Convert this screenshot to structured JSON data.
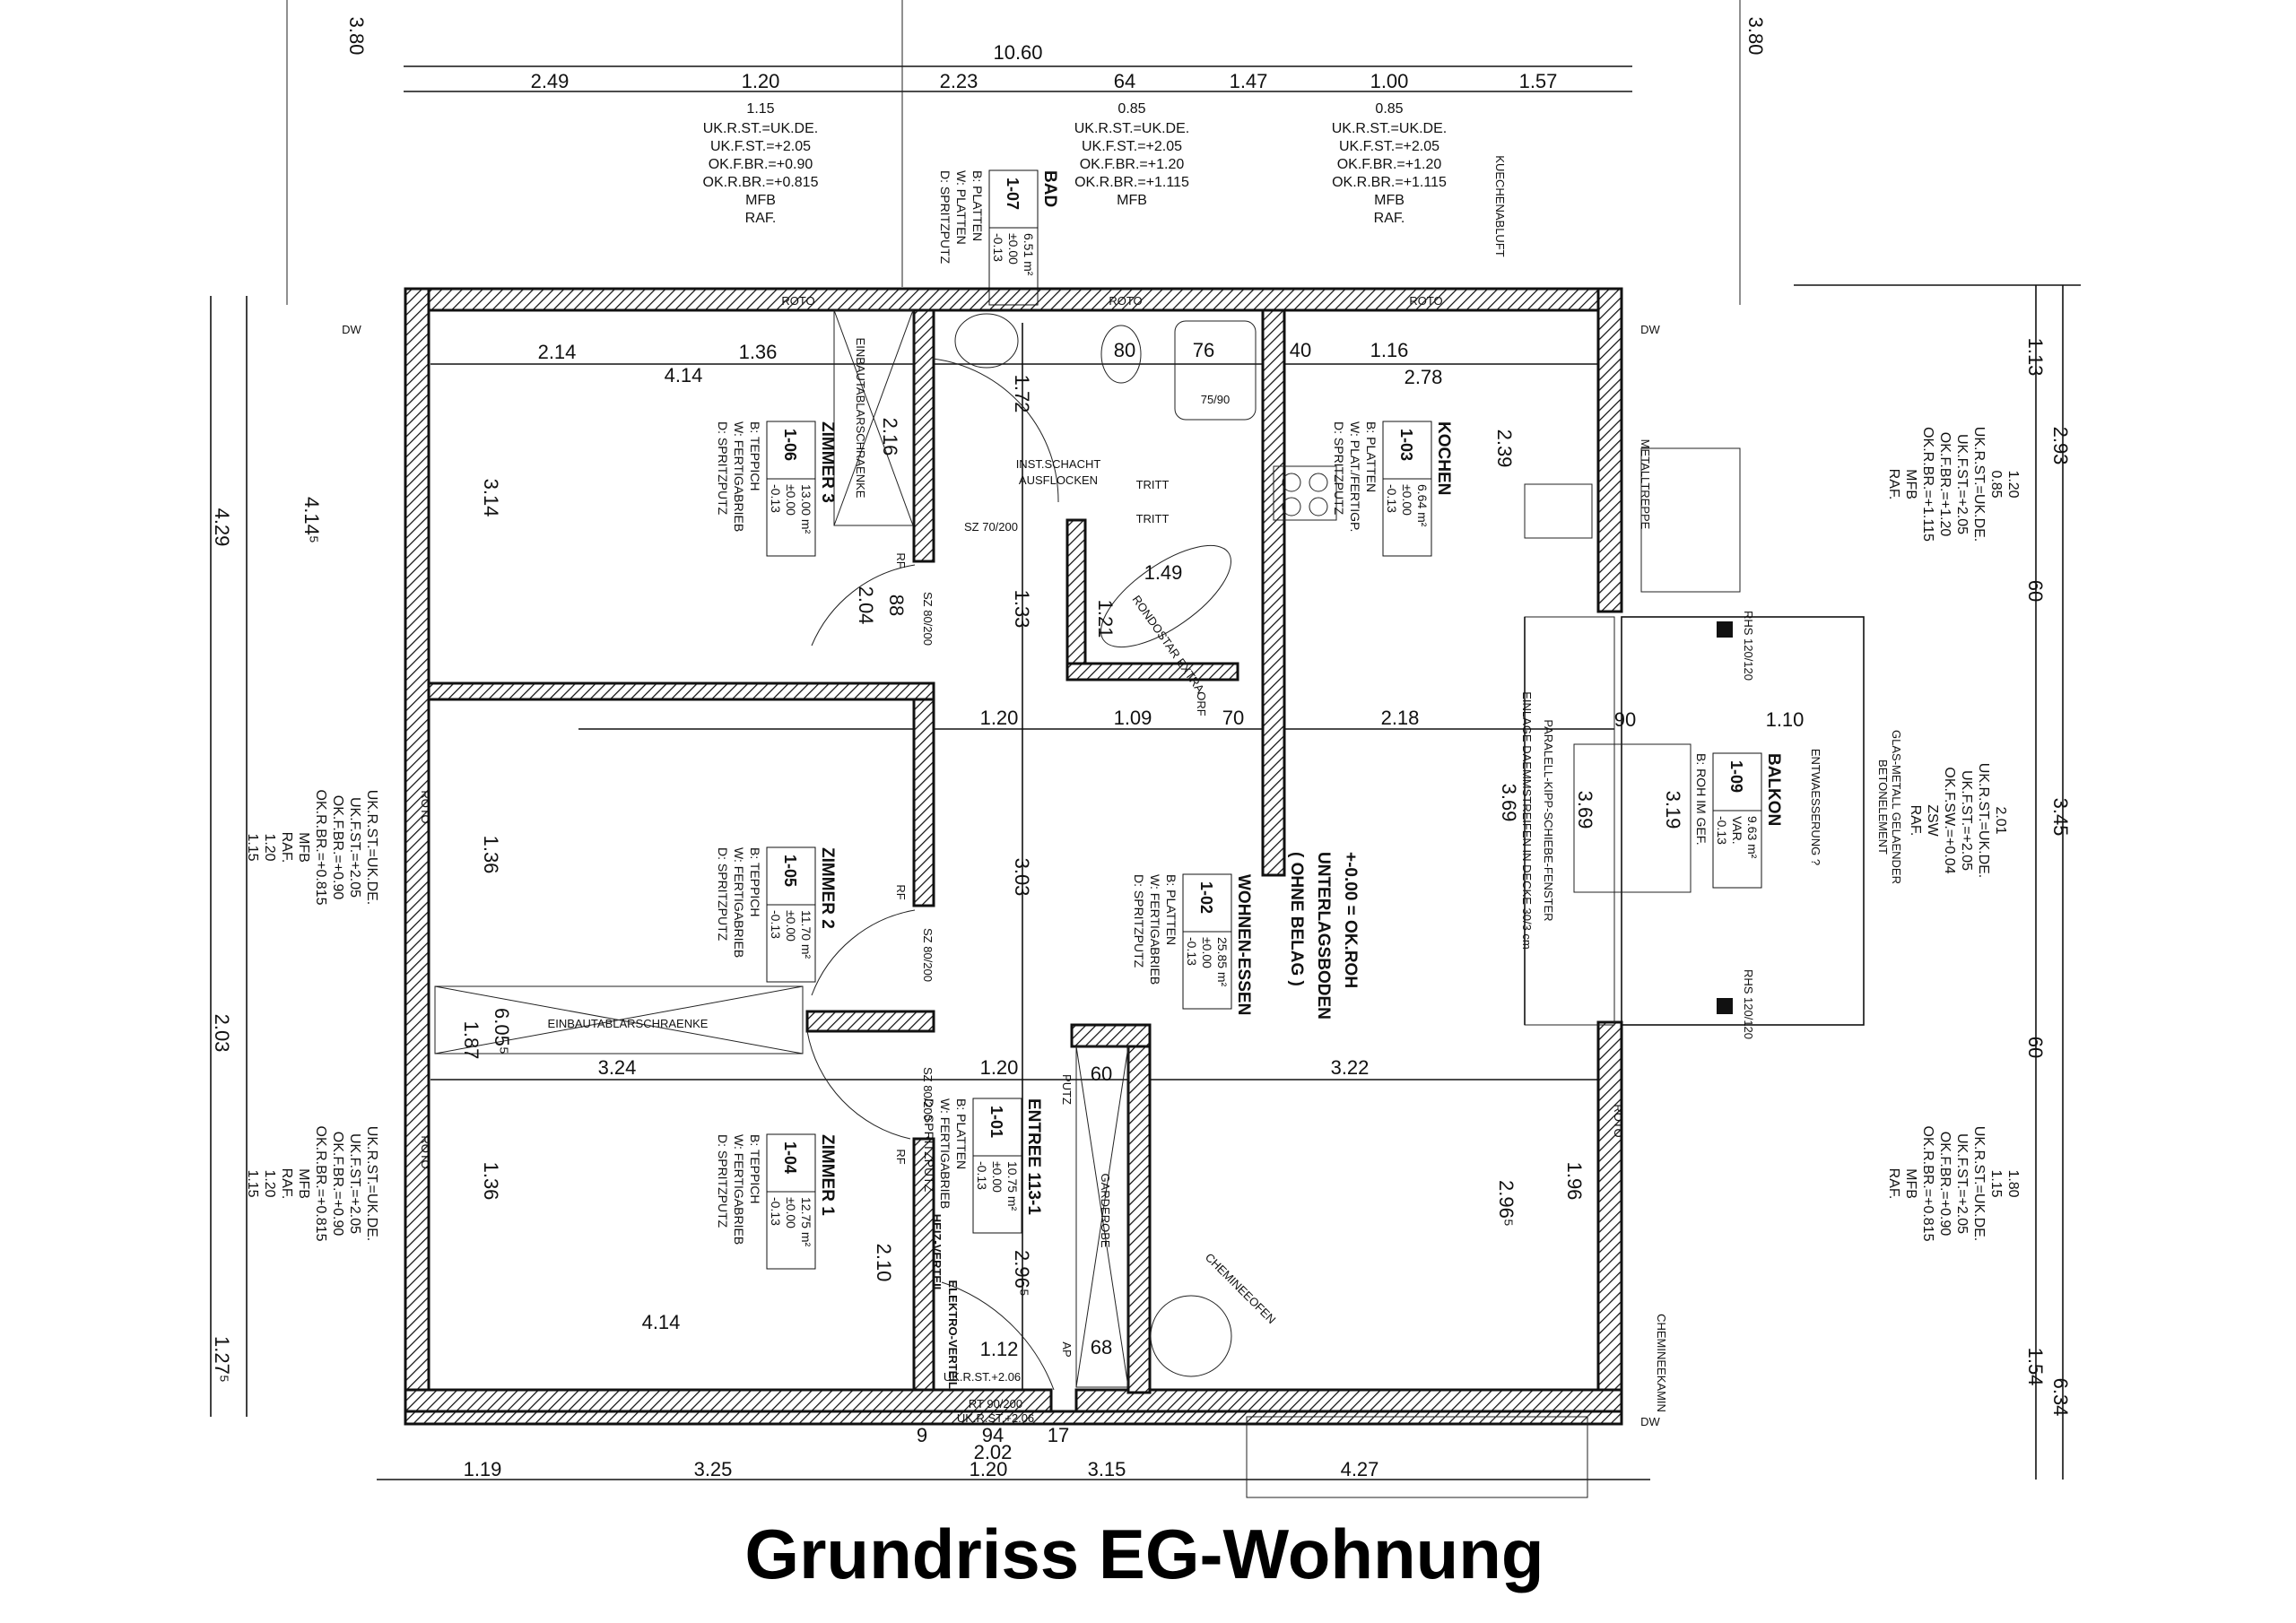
{
  "title": "Grundriss EG-Wohnung",
  "overall_width": "10.60",
  "side_height": "3.80",
  "top_dims": [
    "2.49",
    "1.20",
    "2.23",
    "64",
    "1.47",
    "1.00",
    "1.57"
  ],
  "window_notes_top": [
    {
      "size": "1.15",
      "lines": [
        "UK.R.ST.=UK.DE.",
        "UK.F.ST.=+2.05",
        "OK.F.BR.=+0.90",
        "OK.R.BR.=+0.815",
        "MFB",
        "RAF."
      ]
    },
    {
      "size": "0.85",
      "lines": [
        "UK.R.ST.=UK.DE.",
        "UK.F.ST.=+2.05",
        "OK.F.BR.=+1.20",
        "OK.R.BR.=+1.115",
        "MFB"
      ]
    },
    {
      "size": "0.85",
      "lines": [
        "UK.R.ST.=UK.DE.",
        "UK.F.ST.=+2.05",
        "OK.F.BR.=+1.20",
        "OK.R.BR.=+1.115",
        "MFB",
        "RAF."
      ]
    }
  ],
  "window_notes_right": [
    {
      "size": "0.85",
      "height": "1.20",
      "lines": [
        "UK.R.ST.=UK.DE.",
        "UK.F.ST.=+2.05",
        "OK.F.BR.=+1.20",
        "OK.R.BR.=+1.115",
        "MFB",
        "RAF."
      ]
    },
    {
      "size": "2.01",
      "height": "3.45",
      "lines": [
        "UK.R.ST.=UK.DE.",
        "UK.F.ST.=+2.05",
        "OK.F.SW.=+0.04",
        "ZSW",
        "RAF."
      ]
    },
    {
      "size": "1.15",
      "height": "1.80",
      "lines": [
        "UK.R.ST.=UK.DE.",
        "UK.F.ST.=+2.05",
        "OK.F.BR.=+0.90",
        "OK.R.BR.=+0.815",
        "MFB",
        "RAF."
      ]
    }
  ],
  "window_notes_left": [
    {
      "size": "1.15",
      "height": "1.20",
      "lines": [
        "UK.R.ST.=UK.DE.",
        "UK.F.ST.=+2.05",
        "OK.F.BR.=+0.90",
        "OK.R.BR.=+0.815",
        "MFB",
        "RAF."
      ]
    },
    {
      "size": "1.15",
      "height": "1.20",
      "lines": [
        "UK.R.ST.=UK.DE.",
        "UK.F.ST.=+2.05",
        "OK.F.BR.=+0.90",
        "OK.R.BR.=+0.815",
        "MFB",
        "RAF."
      ]
    }
  ],
  "right_dims": {
    "total_top": "2.93",
    "total_mid": "3.45",
    "total_bottom": "6.34",
    "d1": "1.13",
    "d2": "60",
    "d3": "60",
    "d4": "1.54"
  },
  "left_dims": {
    "total_top": "4.29",
    "inner_top": "4.14⁵",
    "total_mid": "2.03",
    "bottom": "1.27⁵"
  },
  "bottom_dims": [
    "1.19",
    "3.25",
    "1.20",
    "3.15",
    "4.27",
    "2.02",
    "94",
    "9",
    "17"
  ],
  "interior_dims": {
    "z3_w1": "2.14",
    "z3_w2": "1.36",
    "z3_w": "4.14",
    "z3_h": "3.14",
    "z2_h": "1.36",
    "z1_h": "1.36",
    "z2_w": "3.24",
    "z1_w": "4.14",
    "wc": "80",
    "bath_w": "76",
    "k_40": "40",
    "k_116": "1.16",
    "k_278": "2.78",
    "corr_172": "1.72",
    "corr_133": "1.33",
    "corr_303": "3.03",
    "m_120": "1.20",
    "m_109": "1.09",
    "m_70": "70",
    "m_218": "2.18",
    "e_120": "1.20",
    "e_322": "3.22",
    "e_2965": "2.96⁵",
    "w_2965": "2.96⁵",
    "w_196": "1.96",
    "z1_210": "2.10",
    "w_369": "3.69",
    "b_369": "3.69",
    "b_319": "3.19",
    "b_110": "1.10",
    "b_90": "90",
    "k_239": "2.39",
    "bath_149": "1.49",
    "bath_121": "1.21",
    "g_60": "60",
    "g_68": "68",
    "e_112": "1.12",
    "door_204": "2.04",
    "door_88": "88",
    "cab_216": "2.16",
    "cab_605": "6.05⁵",
    "cab_187": "1.87"
  },
  "rooms": [
    {
      "name": "ZIMMER 3",
      "code": "1-06",
      "area": "13.00 m²",
      "level": "±0.00",
      "offset": "-0.13",
      "b": "B: TEPPICH",
      "w": "W: FERTIGABRIEB",
      "d": "D: SPRITZPUTZ"
    },
    {
      "name": "ZIMMER 2",
      "code": "1-05",
      "area": "11.70 m²",
      "level": "±0.00",
      "offset": "-0.13",
      "b": "B: TEPPICH",
      "w": "W: FERTIGABRIEB",
      "d": "D: SPRITZPUTZ"
    },
    {
      "name": "ZIMMER 1",
      "code": "1-04",
      "area": "12.75 m²",
      "level": "±0.00",
      "offset": "-0.13",
      "b": "B: TEPPICH",
      "w": "W: FERTIGABRIEB",
      "d": "D: SPRITZPUTZ"
    },
    {
      "name": "ENTREE 113-1",
      "code": "1-01",
      "area": "10.75 m²",
      "level": "±0.00",
      "offset": "-0.13",
      "b": "B: PLATTEN",
      "w": "W: FERTIGABRIEB",
      "d": "D: SPRITZPUTZ"
    },
    {
      "name": "WOHNEN-ESSEN",
      "code": "1-02",
      "area": "25.85 m²",
      "level": "±0.00",
      "offset": "-0.13",
      "b": "B: PLATTEN",
      "w": "W: FERTIGABRIEB",
      "d": "D: SPRITZPUTZ"
    },
    {
      "name": "KOCHEN",
      "code": "1-03",
      "area": "6.64 m²",
      "level": "±0.00",
      "offset": "-0.13",
      "b": "B: PLATTEN",
      "w": "W: PLAT./FERTIGP.",
      "d": "D: SPRITZPUTZ"
    },
    {
      "name": "BAD",
      "code": "1-07",
      "area": "6.51 m²",
      "level": "±0.00",
      "offset": "-0.13",
      "b": "B: PLATTEN",
      "w": "W: PLATTEN",
      "d": "D: SPRITZPUTZ"
    },
    {
      "name": "BALKON",
      "code": "1-09",
      "area": "9.63 m²",
      "level": "VAR.",
      "offset": "-0.13",
      "b": "B: ROH IM GEF.",
      "w": "",
      "d": ""
    }
  ],
  "level_note": [
    "+-0.00 = OK.ROH",
    "UNTERLAGSBODEN",
    "( OHNE BELAG )"
  ],
  "labels": {
    "roto": "ROTO",
    "cabinets": "EINBAUTABLARSCHRAENKE",
    "garderobe": "GARDEROBE",
    "cheminee": "CHEMINEEOFEN",
    "kamin": "CHEMINEEKAMIN",
    "stair": "METALLTREPPE",
    "exhaust": "KUECHENABLUFT",
    "sliding": "PARALELL-KIPP-SCHIEBE-FENSTER",
    "insulation": "EINLAGE DAEMMSTREIFEN IN DECKE 30/3 cm",
    "drainage": "ENTWAESSERUNG ?",
    "railing1": "BETONELEMENT",
    "railing2": "GLAS-METALL GELAENDER",
    "rhs": "RHS 120/120",
    "sz80": "SZ 80/200",
    "sz70": "SZ 70/200",
    "rt": "RT 90/200",
    "ukrst": "UK.R.ST.+2.06",
    "tritt": "TRITT",
    "shaft1": "INST.SCHACHT",
    "shaft2": "AUSFLOCKEN",
    "tub": "RONDOSTAR EXTRA",
    "shower": "75/90",
    "heiz": "HEIZ-VERTEIL.",
    "elektro": "ELEKTRO-VERTEIL.",
    "rf": "RF",
    "dw": "DW",
    "putz": "PUTZ",
    "orf": "ORF",
    "ap": "AP"
  }
}
